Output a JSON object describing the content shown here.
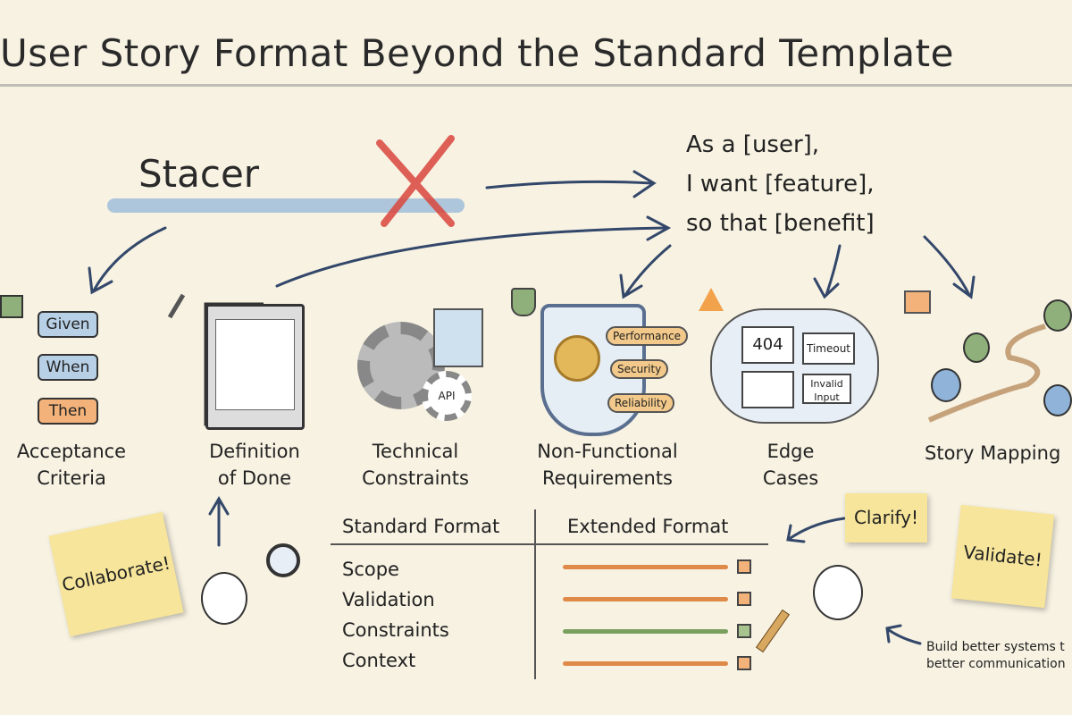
{
  "title": "User Story Format Beyond the Standard Template",
  "crossed_out_word": "Stacer",
  "standard_template": {
    "lines": [
      "As a [user],",
      "I want [feature],",
      "so that [benefit]"
    ]
  },
  "concepts": [
    {
      "label_lines": [
        "Acceptance",
        "Criteria"
      ],
      "icon": "checkbox-icon",
      "flow": [
        "Given",
        "When",
        "Then"
      ]
    },
    {
      "label_lines": [
        "Definition",
        "of Done"
      ],
      "icon": "clipboard-checklist-icon"
    },
    {
      "label_lines": [
        "Technical",
        "Constraints"
      ],
      "icon": "gears-icon",
      "gear_label": "API"
    },
    {
      "label_lines": [
        "Non-Functional",
        "Requirements"
      ],
      "icon": "shield-icon",
      "tags": [
        "Performance",
        "Security",
        "Reliability"
      ]
    },
    {
      "label_lines": [
        "Edge",
        "Cases"
      ],
      "icon": "warning-icon",
      "windows": [
        "404",
        "Timeout",
        "Invalid Input"
      ]
    },
    {
      "label_lines": [
        "Story Mapping"
      ],
      "icon": "people-path-icon"
    }
  ],
  "table": {
    "headers": [
      "Standard Format",
      "Extended Format"
    ],
    "rows": [
      "Scope",
      "Validation",
      "Constraints",
      "Context"
    ],
    "bar_colors": [
      "#e08a4a",
      "#e08a4a",
      "#7aa060",
      "#e08a4a"
    ]
  },
  "sticky_notes": [
    "Collaborate!",
    "Clarify!",
    "Validate!"
  ],
  "caption_lines": [
    "Build better systems t",
    "better communication"
  ],
  "colors": {
    "background": "#f7f2e2",
    "cross": "#d9453d",
    "blue": "#8fb3d9",
    "orange": "#f2b27a",
    "green": "#8fb07a",
    "sticky": "#f6e59a"
  }
}
